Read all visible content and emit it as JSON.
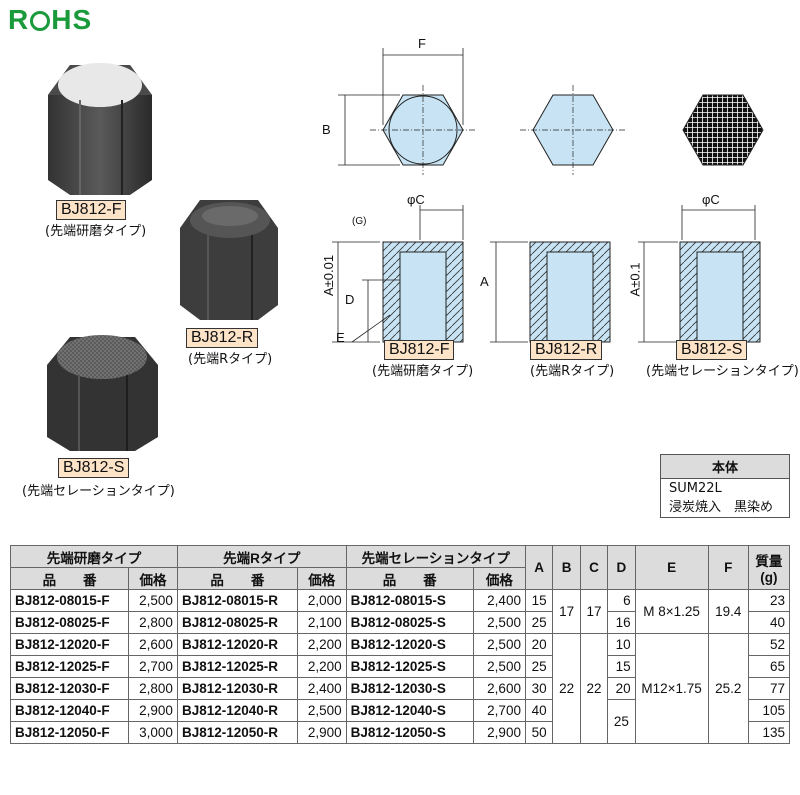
{
  "rohs": "ROHS",
  "products": [
    {
      "code": "BJ812-F",
      "caption": "(先端研磨タイプ)"
    },
    {
      "code": "BJ812-R",
      "caption": "(先端Rタイプ)"
    },
    {
      "code": "BJ812-S",
      "caption": "(先端セレーションタイプ)"
    }
  ],
  "dims": {
    "F": "F",
    "B": "B",
    "phiC": "φC",
    "G": "(G)",
    "A001": "A±0.01",
    "A": "A",
    "A01": "A±0.1",
    "D": "D",
    "E": "E"
  },
  "material": {
    "header": "本体",
    "line1": "SUM22L",
    "line2": "浸炭焼入　黒染め"
  },
  "table": {
    "group_headers": [
      "先端研磨タイプ",
      "先端Rタイプ",
      "先端セレーションタイプ"
    ],
    "sub_part": "品　　番",
    "sub_price": "価格",
    "dim_headers": [
      "A",
      "B",
      "C",
      "D",
      "E",
      "F"
    ],
    "mass_header": "質量",
    "mass_unit": "(g)",
    "rows": [
      {
        "f": "BJ812-08015-F",
        "fp": "2,500",
        "r": "BJ812-08015-R",
        "rp": "2,000",
        "s": "BJ812-08015-S",
        "sp": "2,400",
        "a": "15",
        "d": "6",
        "m": "23"
      },
      {
        "f": "BJ812-08025-F",
        "fp": "2,800",
        "r": "BJ812-08025-R",
        "rp": "2,100",
        "s": "BJ812-08025-S",
        "sp": "2,500",
        "a": "25",
        "d": "16",
        "m": "40"
      },
      {
        "f": "BJ812-12020-F",
        "fp": "2,600",
        "r": "BJ812-12020-R",
        "rp": "2,200",
        "s": "BJ812-12020-S",
        "sp": "2,500",
        "a": "20",
        "d": "10",
        "m": "52"
      },
      {
        "f": "BJ812-12025-F",
        "fp": "2,700",
        "r": "BJ812-12025-R",
        "rp": "2,200",
        "s": "BJ812-12025-S",
        "sp": "2,500",
        "a": "25",
        "d": "15",
        "m": "65"
      },
      {
        "f": "BJ812-12030-F",
        "fp": "2,800",
        "r": "BJ812-12030-R",
        "rp": "2,400",
        "s": "BJ812-12030-S",
        "sp": "2,600",
        "a": "30",
        "d": "20",
        "m": "77"
      },
      {
        "f": "BJ812-12040-F",
        "fp": "2,900",
        "r": "BJ812-12040-R",
        "rp": "2,500",
        "s": "BJ812-12040-S",
        "sp": "2,700",
        "a": "40",
        "d": "25",
        "m": "105"
      },
      {
        "f": "BJ812-12050-F",
        "fp": "3,000",
        "r": "BJ812-12050-R",
        "rp": "2,900",
        "s": "BJ812-12050-S",
        "sp": "2,900",
        "a": "50",
        "m": "135"
      }
    ],
    "group1": {
      "b": "17",
      "c": "17",
      "e": "M 8×1.25",
      "f": "19.4"
    },
    "group2": {
      "b": "22",
      "c": "22",
      "e": "M12×1.75",
      "f": "25.2"
    }
  }
}
